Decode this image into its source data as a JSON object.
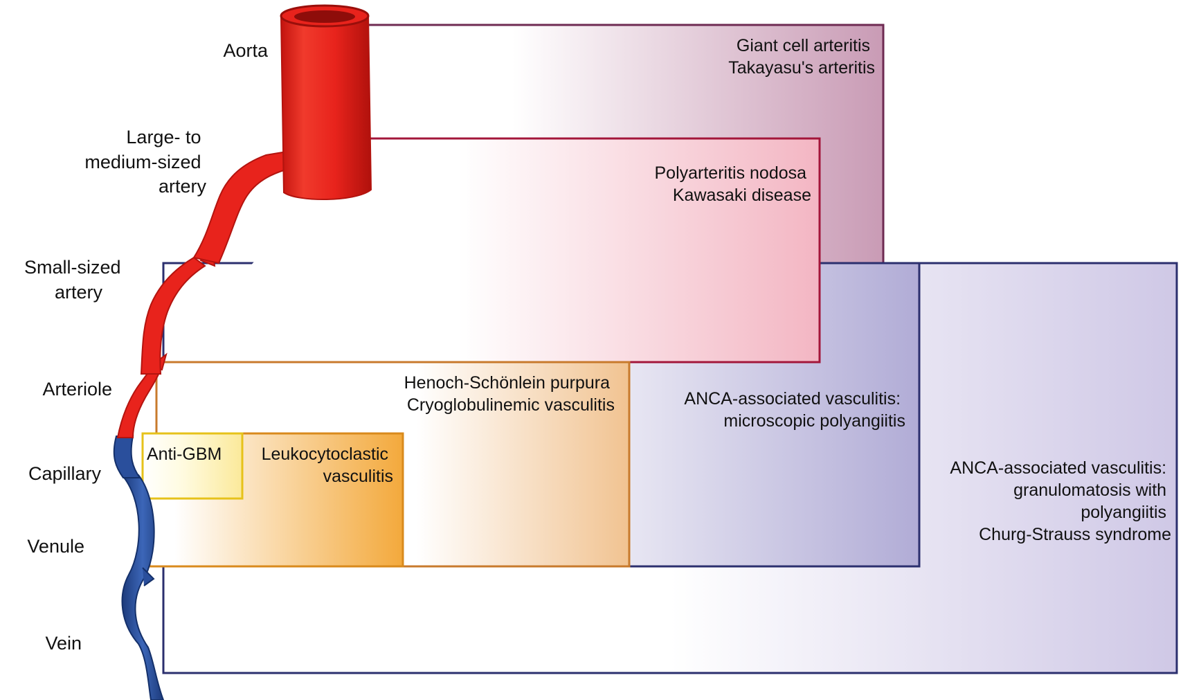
{
  "vessel_labels": {
    "aorta": "Aorta",
    "large_medium_artery": [
      "Large- to",
      "medium-sized",
      "artery"
    ],
    "small_artery": [
      "Small-sized",
      "artery"
    ],
    "arteriole": "Arteriole",
    "capillary": "Capillary",
    "venule": "Venule",
    "vein": "Vein"
  },
  "diseases": {
    "large_vessel": [
      "Giant cell arteritis",
      "Takayasu's arteritis"
    ],
    "medium_vessel": [
      "Polyarteritis nodosa",
      "Kawasaki disease"
    ],
    "immune_complex": [
      "Henoch-Schönlein purpura",
      "Cryoglobulinemic vasculitis"
    ],
    "anti_gbm": "Anti-GBM",
    "leukocytoclastic": [
      "Leukocytoclastic",
      "vasculitis"
    ],
    "anca_mpa": [
      "ANCA-associated vasculitis:",
      "microscopic polyangiitis"
    ],
    "anca_gpa": [
      "ANCA-associated vasculitis:",
      "granulomatosis with",
      "polyangiitis",
      "Churg-Strauss syndrome"
    ]
  },
  "colors": {
    "artery": "#e8231c",
    "artery_dark": "#b3140f",
    "vein": "#2a4f9c",
    "large_vessel_box": "#6e2a52",
    "medium_vessel_box": "#a3163a",
    "immune_complex_box": "#c87a2c",
    "anti_gbm_box": "#e6c21a",
    "leukocytoclastic_box": "#d98a1c",
    "anca_box": "#2b2f6e"
  }
}
